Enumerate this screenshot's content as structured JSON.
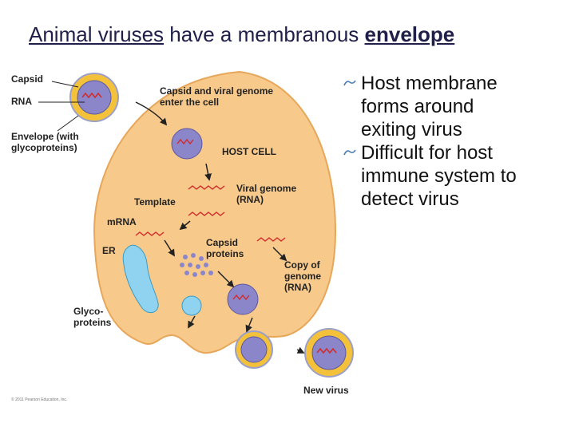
{
  "slide": {
    "title_parts": [
      "Animal viruses",
      " have a membranous ",
      "envelope"
    ],
    "bullets": [
      {
        "line1": "Host membrane",
        "line2": "forms around",
        "line3": "exiting virus"
      },
      {
        "line1": "Difficult for host",
        "line2": "immune system to",
        "line3": "detect virus"
      }
    ]
  },
  "diagram": {
    "labels": {
      "capsid": "Capsid",
      "rna": "RNA",
      "envelope": "Envelope (with",
      "envelope2": "glycoproteins)",
      "enter1": "Capsid and viral genome",
      "enter2": "enter the cell",
      "host_cell": "HOST CELL",
      "template": "Template",
      "viral_genome1": "Viral genome",
      "viral_genome2": "(RNA)",
      "mrna": "mRNA",
      "er": "ER",
      "capsid_proteins1": "Capsid",
      "capsid_proteins2": "proteins",
      "copy1": "Copy of",
      "copy2": "genome",
      "copy3": "(RNA)",
      "glyco1": "Glyco-",
      "glyco2": "proteins",
      "new_virus": "New virus",
      "copyright": "© 2011 Pearson Education, Inc."
    },
    "colors": {
      "cell_fill": "#f7c98b",
      "cell_edge": "#e7a75a",
      "capsid": "#8a86c9",
      "envelope": "#f3c23a",
      "rna": "#d22a2a",
      "er": "#8fd3f0"
    }
  }
}
